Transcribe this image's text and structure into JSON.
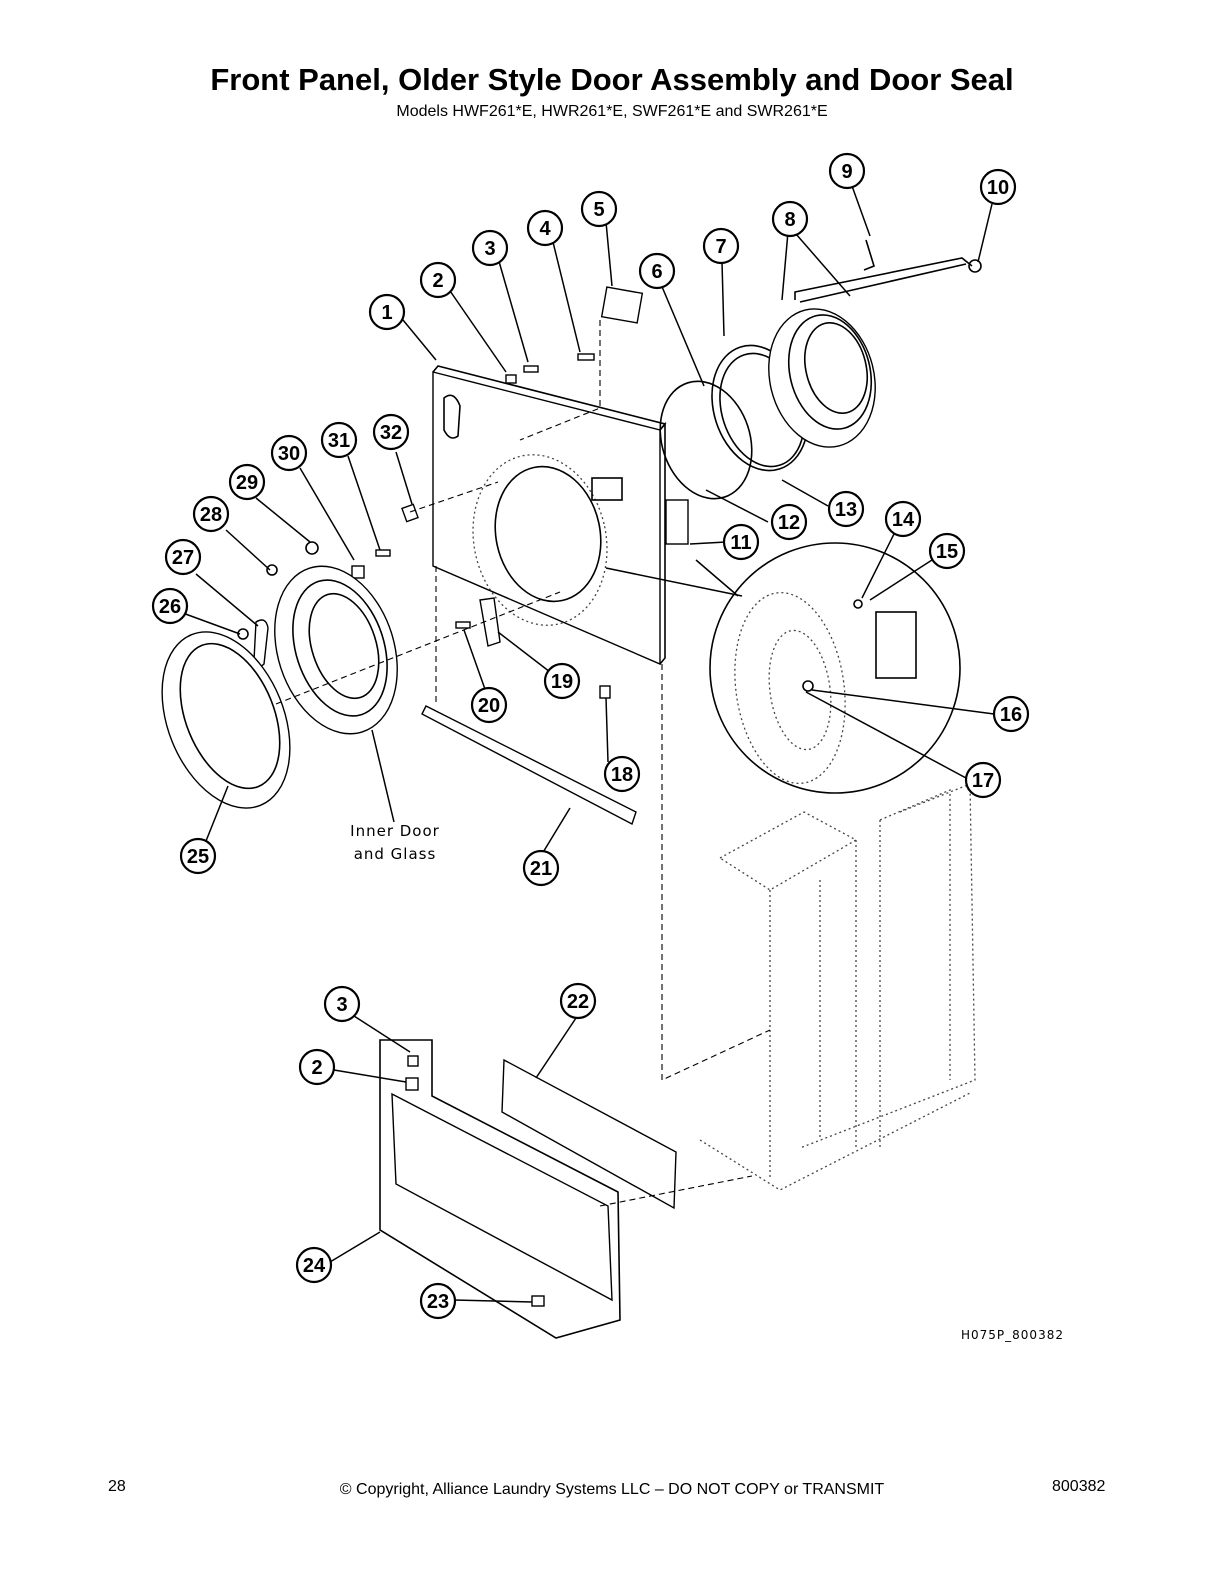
{
  "header": {
    "title": "Front Panel, Older Style Door Assembly and Door Seal",
    "subtitle": "Models HWF261*E, HWR261*E, SWF261*E and SWR261*E"
  },
  "diagram": {
    "labels": {
      "inner_door_line1": "Inner Door",
      "inner_door_line2": "and Glass",
      "drawing_code": "H075P_800382"
    },
    "callouts": [
      "1",
      "2",
      "3",
      "4",
      "5",
      "6",
      "7",
      "8",
      "9",
      "10",
      "11",
      "12",
      "13",
      "14",
      "15",
      "16",
      "17",
      "18",
      "19",
      "20",
      "21",
      "25",
      "26",
      "27",
      "28",
      "29",
      "30",
      "31",
      "32",
      "3",
      "2",
      "22",
      "24",
      "23"
    ]
  },
  "footer": {
    "page_number": "28",
    "copyright": "© Copyright, Alliance Laundry Systems LLC – DO NOT COPY or TRANSMIT",
    "doc_number": "800382"
  }
}
